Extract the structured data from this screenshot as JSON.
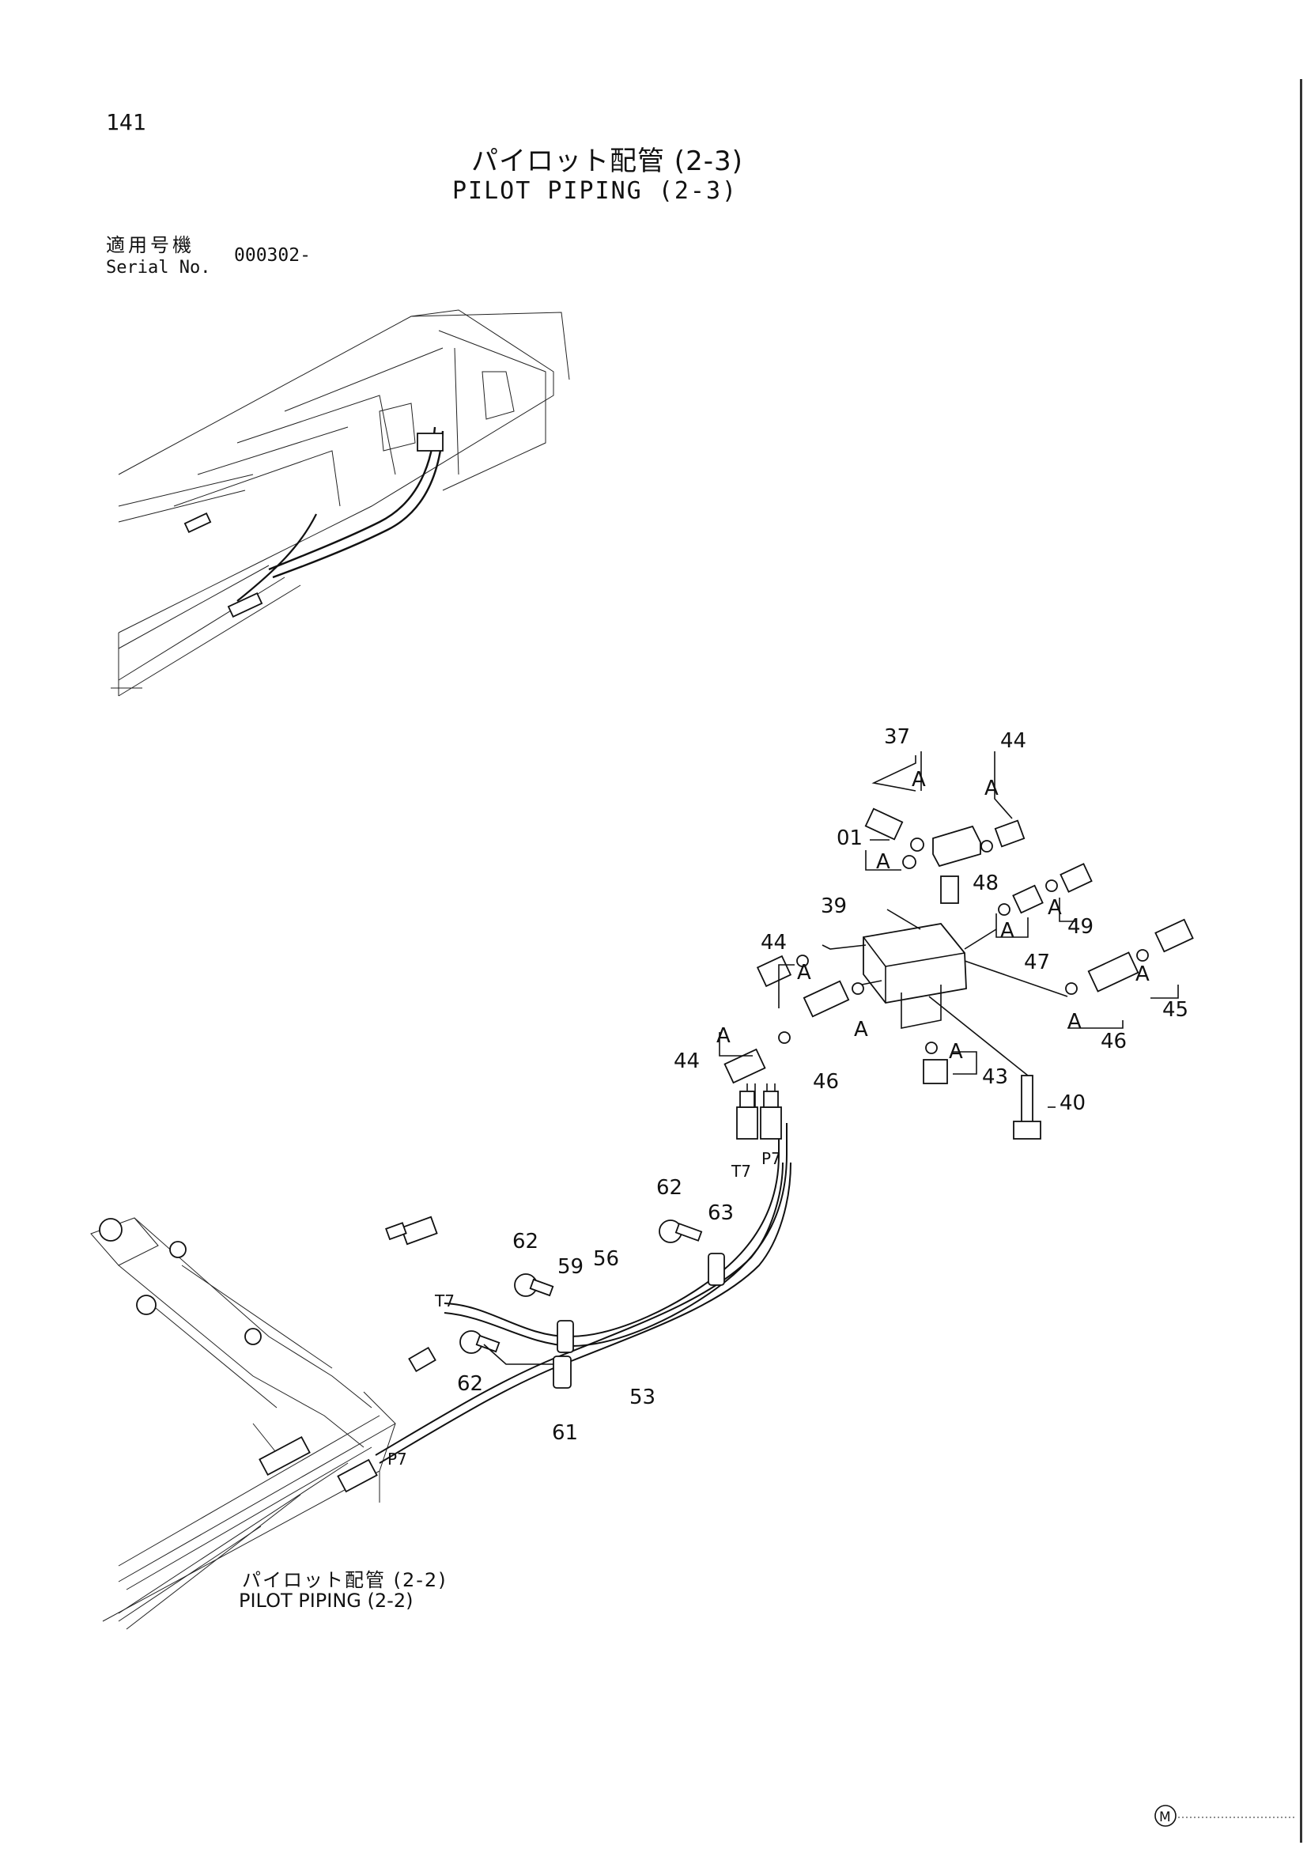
{
  "page_number": "141",
  "title": {
    "japanese": "パイロット配管 (2-3)",
    "english": "PILOT PIPING (2-3)"
  },
  "serial": {
    "label_jp": "適用号機",
    "label_en": "Serial No.",
    "value": "000302-"
  },
  "reference": {
    "japanese": "パイロット配管 (2-2)",
    "english": "PILOT PIPING (2-2)"
  },
  "callouts": {
    "p37": "37",
    "p44a": "44",
    "p01": "01",
    "p48": "48",
    "p39": "39",
    "p44b": "44",
    "p47": "47",
    "p49": "49",
    "p45": "45",
    "p46a": "46",
    "p46b": "46",
    "p44c": "44",
    "p43": "43",
    "p40": "40",
    "p62a": "62",
    "p63": "63",
    "p62b": "62",
    "p59": "59",
    "p56": "56",
    "p62c": "62",
    "p53": "53",
    "p61": "61"
  },
  "port_labels": {
    "t7_top": "T7",
    "p7_top": "P7",
    "t7_left": "T7",
    "p7_left": "P7"
  },
  "detail_marker": "A",
  "footer_mark": "M"
}
